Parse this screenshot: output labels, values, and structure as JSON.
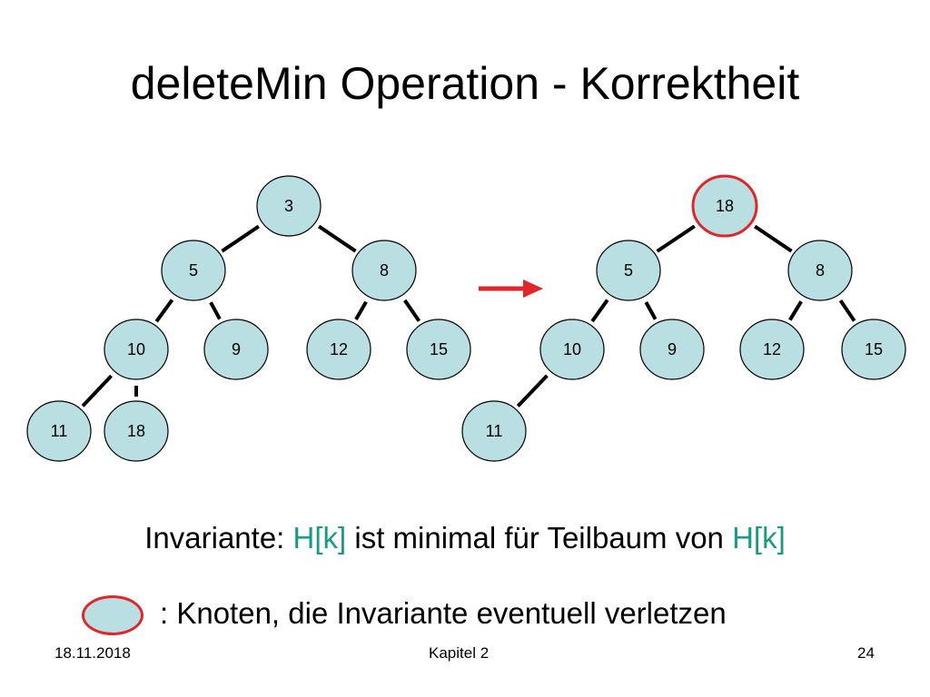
{
  "slide": {
    "title": "deleteMin Operation - Korrektheit",
    "invariant": {
      "prefix": "Invariante: ",
      "term1": "H[k]",
      "middle": " ist minimal für Teilbaum von ",
      "term2": "H[k]"
    },
    "legend_text": ": Knoten, die Invariante eventuell verletzen",
    "footer": {
      "date": "18.11.2018",
      "chapter": "Kapitel 2",
      "page": "24"
    }
  },
  "colors": {
    "node_fill": "#b9dfe3",
    "highlight_stroke": "#e0262a",
    "arrow": "#e0262a",
    "accent_text": "#1a9a84"
  },
  "diagram": {
    "trees": [
      {
        "name": "before",
        "nodes": [
          {
            "id": "b0",
            "label": "3"
          },
          {
            "id": "b1",
            "label": "5"
          },
          {
            "id": "b2",
            "label": "8"
          },
          {
            "id": "b3",
            "label": "10"
          },
          {
            "id": "b4",
            "label": "9"
          },
          {
            "id": "b5",
            "label": "12"
          },
          {
            "id": "b6",
            "label": "15"
          },
          {
            "id": "b7",
            "label": "11"
          },
          {
            "id": "b8",
            "label": "18"
          }
        ],
        "edges": [
          [
            "b0",
            "b1"
          ],
          [
            "b0",
            "b2"
          ],
          [
            "b1",
            "b3"
          ],
          [
            "b1",
            "b4"
          ],
          [
            "b2",
            "b5"
          ],
          [
            "b2",
            "b6"
          ],
          [
            "b3",
            "b7"
          ],
          [
            "b3",
            "b8"
          ]
        ]
      },
      {
        "name": "after",
        "nodes": [
          {
            "id": "a0",
            "label": "18",
            "highlighted": true
          },
          {
            "id": "a1",
            "label": "5"
          },
          {
            "id": "a2",
            "label": "8"
          },
          {
            "id": "a3",
            "label": "10"
          },
          {
            "id": "a4",
            "label": "9"
          },
          {
            "id": "a5",
            "label": "12"
          },
          {
            "id": "a6",
            "label": "15"
          },
          {
            "id": "a7",
            "label": "11"
          }
        ],
        "edges": [
          [
            "a0",
            "a1"
          ],
          [
            "a0",
            "a2"
          ],
          [
            "a1",
            "a3"
          ],
          [
            "a1",
            "a4"
          ],
          [
            "a2",
            "a5"
          ],
          [
            "a2",
            "a6"
          ],
          [
            "a3",
            "a7"
          ]
        ]
      }
    ]
  }
}
